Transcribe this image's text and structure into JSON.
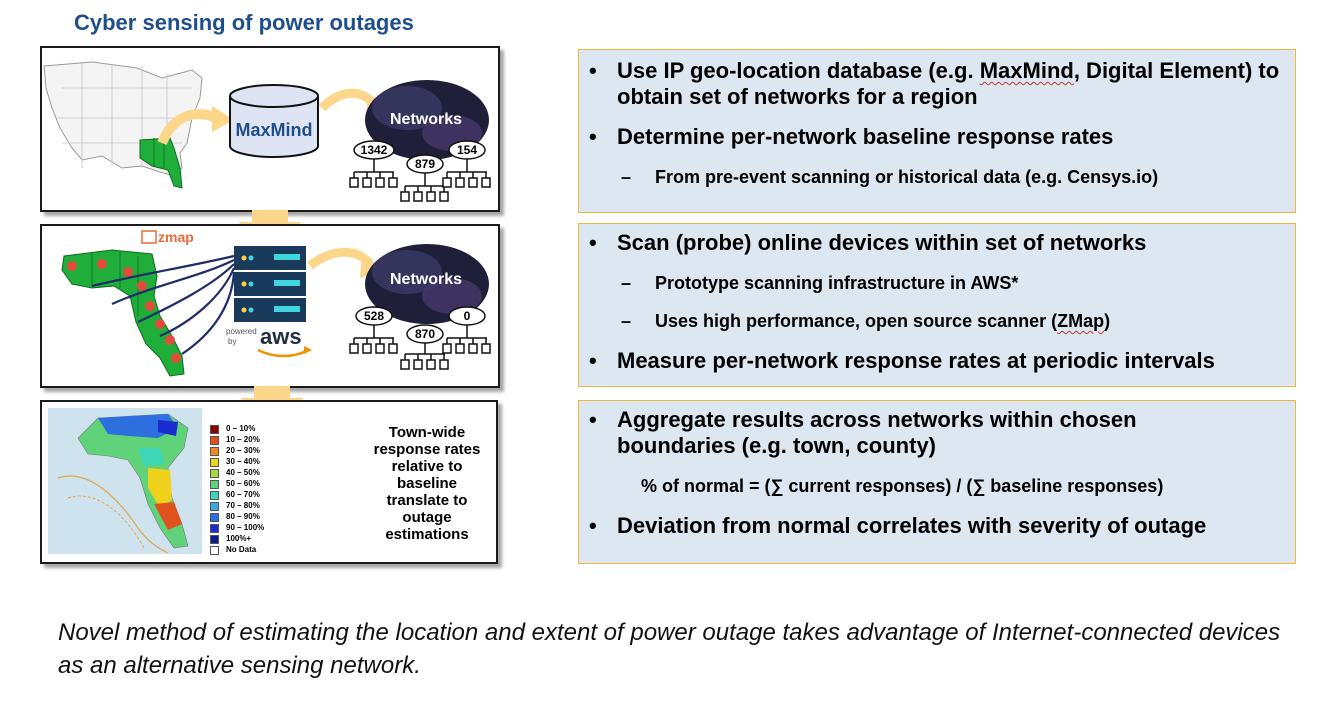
{
  "title": "Cyber sensing of power outages",
  "panel1": {
    "database_label": "MaxMind",
    "networks_label": "Networks",
    "counts": [
      "1342",
      "879",
      "154"
    ]
  },
  "panel2": {
    "scanner_logo": "zmap",
    "powered_by": "powered",
    "by": "by",
    "aws_logo": "aws",
    "networks_label": "Networks",
    "counts": [
      "528",
      "870",
      "0"
    ]
  },
  "panel3": {
    "legend": [
      {
        "label": "0 – 10%",
        "color": "#8b0000"
      },
      {
        "label": "10 – 20%",
        "color": "#e0521d"
      },
      {
        "label": "20 – 30%",
        "color": "#f08a24"
      },
      {
        "label": "30 – 40%",
        "color": "#f0d21a"
      },
      {
        "label": "40 – 50%",
        "color": "#a8d84a"
      },
      {
        "label": "50 – 60%",
        "color": "#5fd27a"
      },
      {
        "label": "60 – 70%",
        "color": "#3fd6b8"
      },
      {
        "label": "70 – 80%",
        "color": "#3aa9e0"
      },
      {
        "label": "80 – 90%",
        "color": "#2e6fe0"
      },
      {
        "label": "90 – 100%",
        "color": "#1a2bd0"
      },
      {
        "label": "100%+",
        "color": "#0a1a8a"
      },
      {
        "label": "No Data",
        "color": "#ffffff"
      }
    ],
    "description": "Town-wide\nresponse rates\nrelative to\nbaseline\ntranslate to\noutage\nestimations"
  },
  "box1": {
    "bullet1_pre": "Use IP geo-location database (e.g. ",
    "bullet1_link": "MaxMind",
    "bullet1_post": ", Digital Element) to obtain set of networks for a region",
    "bullet2": "Determine per-network baseline response rates",
    "sub1": "From pre-event scanning or historical data (e.g. Censys.io)"
  },
  "box2": {
    "bullet1": "Scan (probe) online devices within set of networks",
    "sub1": "Prototype scanning infrastructure in AWS*",
    "sub2_pre": "Uses high performance, open source scanner (",
    "sub2_link": "ZMap",
    "sub2_post": ")",
    "bullet2": "Measure per-network response rates at periodic intervals"
  },
  "box3": {
    "bullet1": "Aggregate results across networks within chosen boundaries (e.g. town, county)",
    "formula": "% of normal = (∑ current responses) / (∑ baseline responses)",
    "bullet2": "Deviation from normal correlates with severity of outage"
  },
  "bullet_char": "•",
  "dash_char": "–",
  "footer": "Novel method of estimating the location and extent of power outage takes advantage of Internet-connected devices as an alternative sensing network.",
  "colors": {
    "title": "#1f4e8c",
    "infobox_bg": "#dde7f2",
    "infobox_border": "#f0b93a",
    "arrow": "#fcd68a",
    "florida_green": "#1fae3a"
  }
}
